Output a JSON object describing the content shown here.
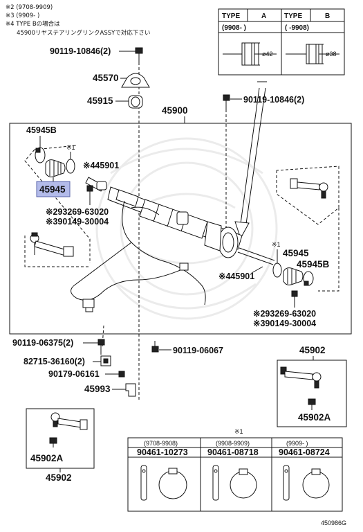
{
  "notes": {
    "note2": "※2 (9708-9909)",
    "note3": "※3 (9909-      )",
    "note4_line1": "※4 TYPE Bの場合は",
    "note4_line2": "45900リヤステアリングリンクASSYで対応下さい"
  },
  "type_table": {
    "type_label_a": "TYPE",
    "type_value_a": "A",
    "type_label_b": "TYPE",
    "type_value_b": "B",
    "date_a": "(9908-     )",
    "date_b": "(     -9908)",
    "dia_a": "ø42",
    "dia_b": "ø38"
  },
  "parts": {
    "p90119_10846_a": "90119-10846(2)",
    "p45570": "45570",
    "p45915": "45915",
    "p45900": "45900",
    "p90119_10846_b": "90119-10846(2)",
    "p45945b_left": "45945B",
    "mark1_left": "※1",
    "p45901_top": "※445901",
    "p45945_highlight": "45945",
    "p93269_left": "※293269-63020",
    "p90149_left": "※390149-30004",
    "mark1_right": "※1",
    "p45945_right": "45945",
    "p45945b_right": "45945B",
    "p45901_mid": "※445901",
    "p93269_right": "※293269-63020",
    "p90149_right": "※390149-30004",
    "p90119_06375": "90119-06375(2)",
    "p90119_06067": "90119-06067",
    "p82715": "82715-36160(2)",
    "p90179": "90179-06161",
    "p45993": "45993",
    "p45902_top": "45902",
    "p45902a_right": "45902A",
    "p45902a_left": "45902A",
    "p45902_bottom": "45902"
  },
  "clamp_table": {
    "title": "※1",
    "headers": [
      "(9708-9908)",
      "(9908-9909)",
      "(9909-     )"
    ],
    "parts": [
      "90461-10273",
      "90461-08718",
      "90461-08724"
    ]
  },
  "diagram_id": "450986G",
  "colors": {
    "highlight": "#b3bbea",
    "line": "#111111"
  }
}
